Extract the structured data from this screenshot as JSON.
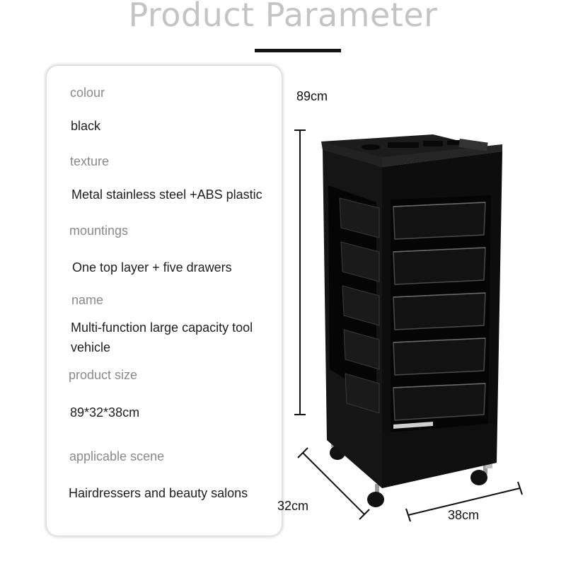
{
  "page": {
    "title": "Product Parameter"
  },
  "params": [
    {
      "label": "colour",
      "value": "black"
    },
    {
      "label": "texture",
      "value": "Metal stainless steel +ABS plastic"
    },
    {
      "label": "mountings",
      "value": "One top layer + five drawers"
    },
    {
      "label": "name",
      "value": "Multi-function large capacity tool vehicle"
    },
    {
      "label": "product size",
      "value": "89*32*38cm"
    },
    {
      "label": "applicable scene",
      "value": "Hairdressers and beauty salons"
    }
  ],
  "dimensions": {
    "height": "89cm",
    "depth": "32cm",
    "width": "38cm"
  },
  "colors": {
    "title": "#c4c4c4",
    "accent_bar": "#151515",
    "label": "#8a8a8a",
    "value": "#1e1e1e",
    "product": "#0d0d0d"
  }
}
